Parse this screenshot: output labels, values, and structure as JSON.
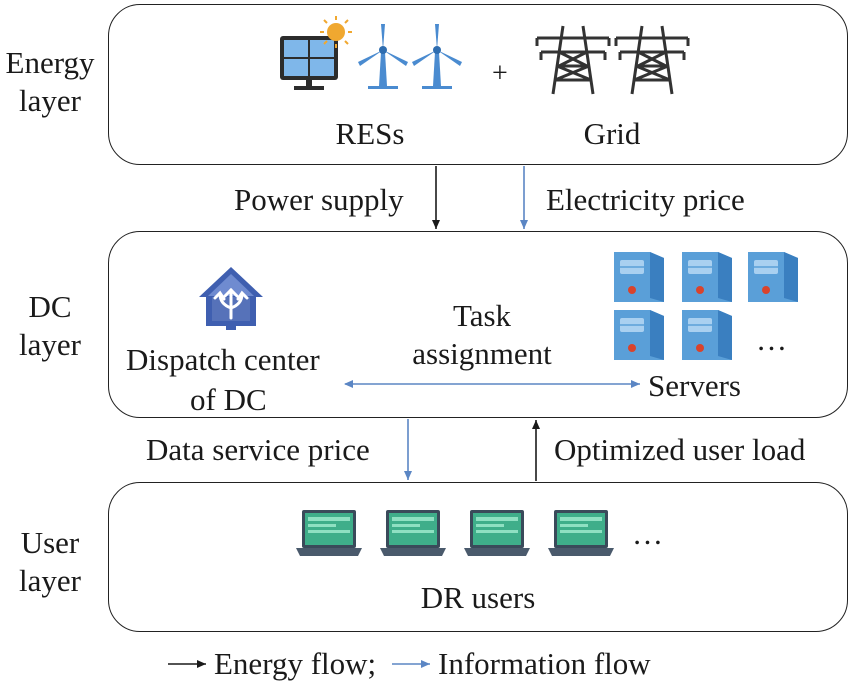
{
  "layers": {
    "energy": {
      "label_line1": "Energy",
      "label_line2": "layer"
    },
    "dc": {
      "label_line1": "DC",
      "label_line2": "layer"
    },
    "user": {
      "label_line1": "User",
      "label_line2": "layer"
    }
  },
  "energy_box": {
    "res_label": "RESs",
    "grid_label": "Grid",
    "plus": "+"
  },
  "flows_top": {
    "power_supply": "Power supply",
    "electricity_price": "Electricity price"
  },
  "dc_box": {
    "dispatch_line1": "Dispatch center",
    "dispatch_line2": "of DC",
    "task_line1": "Task",
    "task_line2": "assignment",
    "servers_label": "Servers",
    "ellipsis": "…"
  },
  "flows_bottom": {
    "data_service_price": "Data service price",
    "optimized_user_load": "Optimized user load"
  },
  "user_box": {
    "dr_users_label": "DR users",
    "ellipsis": "…"
  },
  "legend": {
    "energy_flow": "Energy flow;",
    "information_flow": "Information flow"
  },
  "colors": {
    "energy_arrow": "#1a1a1a",
    "info_arrow": "#5b86c4",
    "server_body": "#5a9fd8",
    "laptop_screen": "#3fae8a",
    "dispatch_icon": "#3f5fb0",
    "sun": "#f0a830"
  },
  "icons": [
    "solar-panel-icon",
    "sun-icon",
    "wind-turbine-icon",
    "transmission-tower-icon",
    "dispatch-center-icon",
    "server-icon",
    "laptop-icon"
  ]
}
